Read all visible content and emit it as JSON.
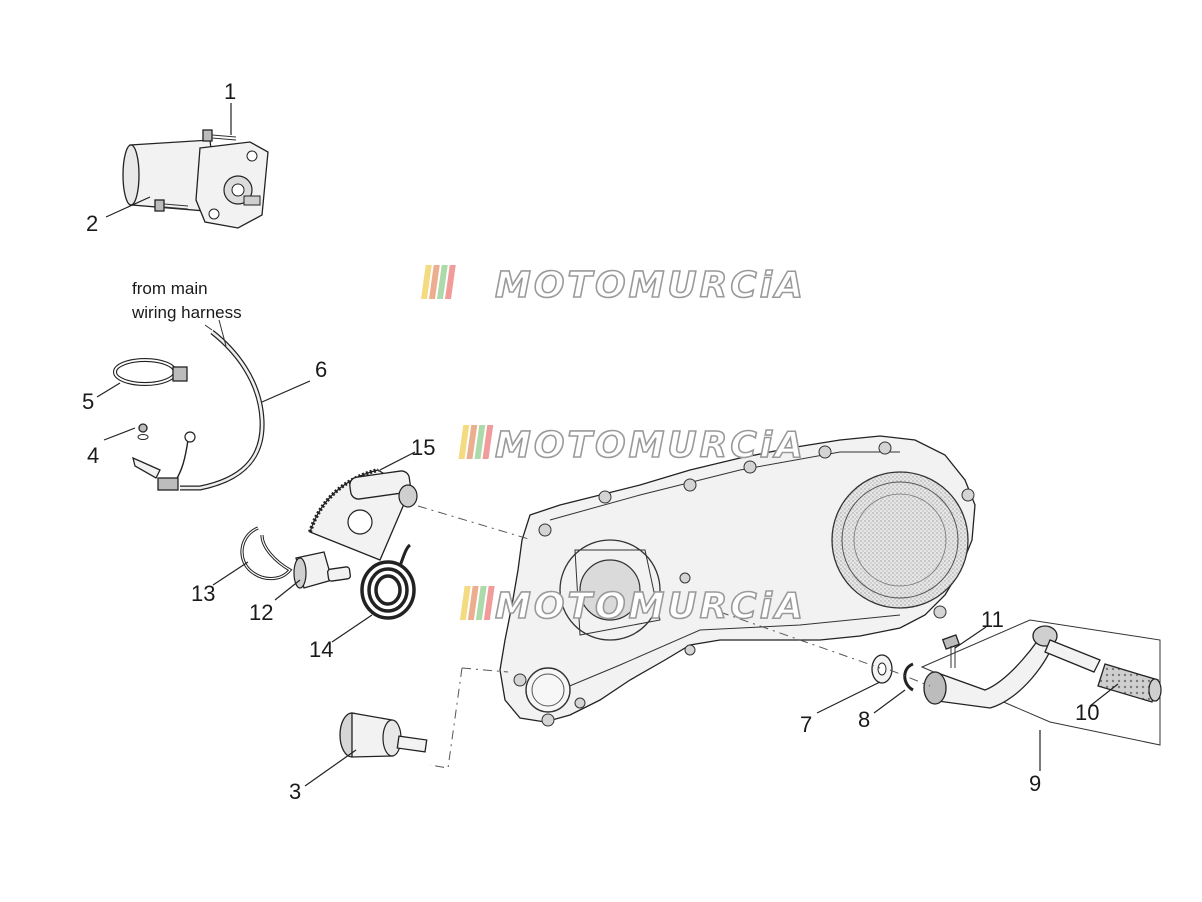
{
  "diagram": {
    "note": {
      "line1": "from main",
      "line2": "wiring harness"
    },
    "callouts": [
      {
        "id": "c1",
        "label": "1"
      },
      {
        "id": "c2",
        "label": "2"
      },
      {
        "id": "c3",
        "label": "3"
      },
      {
        "id": "c4",
        "label": "4"
      },
      {
        "id": "c5",
        "label": "5"
      },
      {
        "id": "c6",
        "label": "6"
      },
      {
        "id": "c7",
        "label": "7"
      },
      {
        "id": "c8",
        "label": "8"
      },
      {
        "id": "c9",
        "label": "9"
      },
      {
        "id": "c10",
        "label": "10"
      },
      {
        "id": "c11",
        "label": "11"
      },
      {
        "id": "c12",
        "label": "12"
      },
      {
        "id": "c13",
        "label": "13"
      },
      {
        "id": "c14",
        "label": "14"
      },
      {
        "id": "c15",
        "label": "15"
      }
    ],
    "watermark": {
      "text": "MOTOMURCiA",
      "colors": [
        "#f2d36b",
        "#e8a07a",
        "#9fd39b",
        "#f08a8a"
      ]
    }
  }
}
